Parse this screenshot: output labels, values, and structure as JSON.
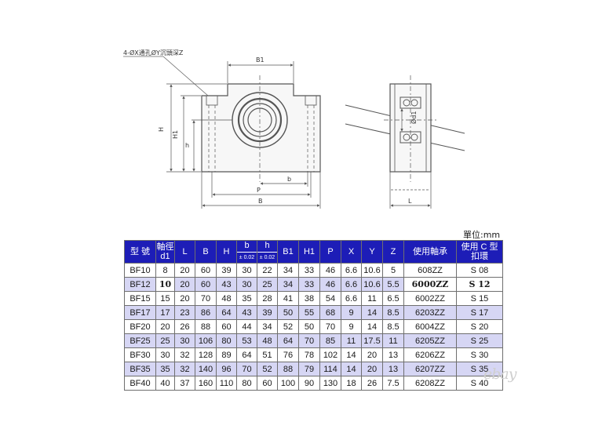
{
  "drawing": {
    "callout": "4-ØX通孔ØY沉頭深Z",
    "labels": {
      "B1": "B1",
      "H": "H",
      "H1": "H1",
      "h": "h",
      "b": "b",
      "P": "P",
      "B": "B",
      "L": "L",
      "d1": "Ød1"
    }
  },
  "unit_note": "單位:mm",
  "table": {
    "headers": {
      "model": "型 號",
      "d1_top": "軸徑",
      "d1_bottom": "d1",
      "L": "L",
      "B": "B",
      "H": "H",
      "b": "b",
      "b_tol": "± 0.02",
      "h": "h",
      "h_tol": "± 0.02",
      "B1": "B1",
      "H1": "H1",
      "P": "P",
      "X": "X",
      "Y": "Y",
      "Z": "Z",
      "bearing": "使用軸承",
      "clip_top": "使用 C 型",
      "clip_bottom": "扣環"
    },
    "rows": [
      [
        "BF10",
        "8",
        "20",
        "60",
        "39",
        "30",
        "22",
        "34",
        "33",
        "46",
        "6.6",
        "10.6",
        "5",
        "608ZZ",
        "S 08"
      ],
      [
        "BF12",
        "10",
        "20",
        "60",
        "43",
        "30",
        "25",
        "34",
        "33",
        "46",
        "6.6",
        "10.6",
        "5.5",
        "6000ZZ",
        "S 12"
      ],
      [
        "BF15",
        "15",
        "20",
        "70",
        "48",
        "35",
        "28",
        "41",
        "38",
        "54",
        "6.6",
        "11",
        "6.5",
        "6002ZZ",
        "S 15"
      ],
      [
        "BF17",
        "17",
        "23",
        "86",
        "64",
        "43",
        "39",
        "50",
        "55",
        "68",
        "9",
        "14",
        "8.5",
        "6203ZZ",
        "S 17"
      ],
      [
        "BF20",
        "20",
        "26",
        "88",
        "60",
        "44",
        "34",
        "52",
        "50",
        "70",
        "9",
        "14",
        "8.5",
        "6004ZZ",
        "S 20"
      ],
      [
        "BF25",
        "25",
        "30",
        "106",
        "80",
        "53",
        "48",
        "64",
        "70",
        "85",
        "11",
        "17.5",
        "11",
        "6205ZZ",
        "S 25"
      ],
      [
        "BF30",
        "30",
        "32",
        "128",
        "89",
        "64",
        "51",
        "76",
        "78",
        "102",
        "14",
        "20",
        "13",
        "6206ZZ",
        "S 30"
      ],
      [
        "BF35",
        "35",
        "32",
        "140",
        "96",
        "70",
        "52",
        "88",
        "79",
        "114",
        "14",
        "20",
        "13",
        "6207ZZ",
        "S 35"
      ],
      [
        "BF40",
        "40",
        "37",
        "160",
        "110",
        "80",
        "60",
        "100",
        "90",
        "130",
        "18",
        "26",
        "7.5",
        "6208ZZ",
        "S 40"
      ]
    ]
  },
  "watermark": "ebay"
}
